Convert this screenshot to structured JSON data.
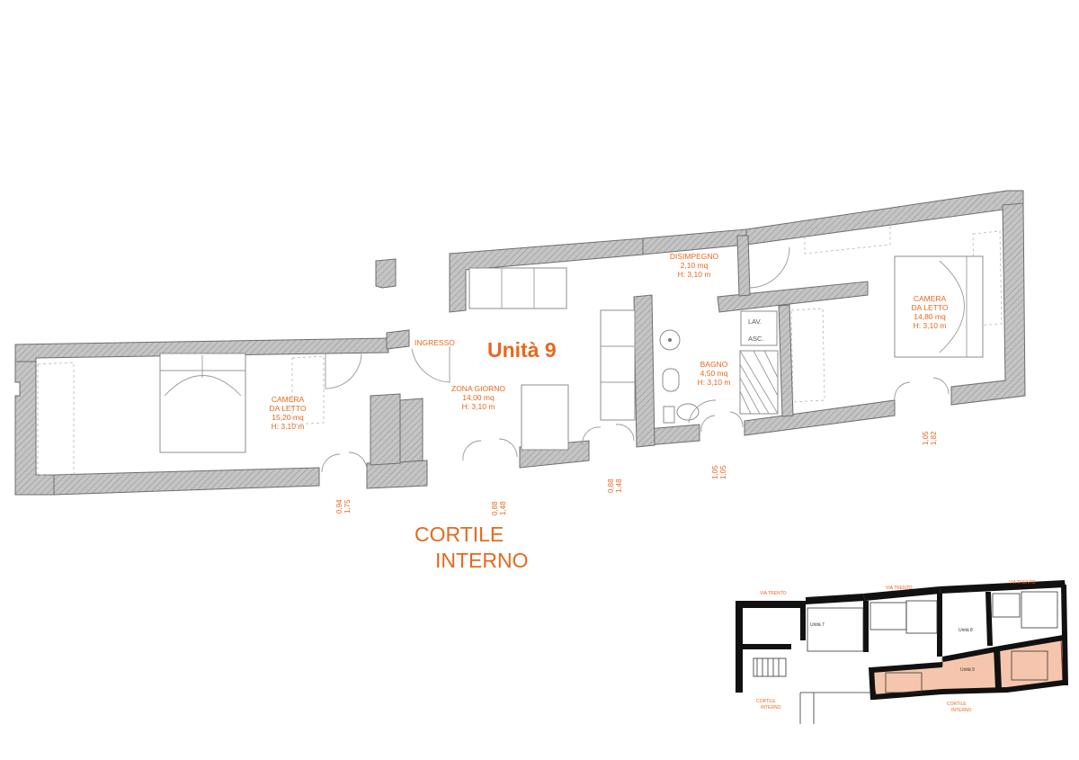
{
  "unit_title": "Unità 9",
  "courtyard": {
    "line1": "CORTILE",
    "line2": "INTERNO"
  },
  "entrance_label": "INGRESSO",
  "fixtures": {
    "washer": "LAV.",
    "dryer": "ASC."
  },
  "rooms": {
    "bedroom_left": {
      "name_line1": "CAMERA",
      "name_line2": "DA LETTO",
      "area": "15,20 mq",
      "height": "H: 3,10 m"
    },
    "living": {
      "name_line1": "ZONA GIORNO",
      "area": "14,00 mq",
      "height": "H: 3,10 m"
    },
    "hallway": {
      "name_line1": "DISIMPEGNO",
      "area": "2,10 mq",
      "height": "H: 3,10 m"
    },
    "bathroom": {
      "name_line1": "BAGNO",
      "area": "4,50 mq",
      "height": "H: 3,10 m"
    },
    "bedroom_right": {
      "name_line1": "CAMERA",
      "name_line2": "DA LETTO",
      "area": "14,80 mq",
      "height": "H: 3,10 m"
    }
  },
  "openings": [
    {
      "width": "0,94",
      "height": "1,75"
    },
    {
      "width": "0,88",
      "height": "1,48"
    },
    {
      "width": "0,88",
      "height": "1,48"
    },
    {
      "width": "1,05",
      "height": "1,05"
    },
    {
      "width": "1,05",
      "height": "1,82"
    }
  ],
  "key_plan": {
    "street_left": "VIA TRENTO",
    "street_mid": "VIA TRENTO",
    "street_right": "VIA TRENTO",
    "unit_7": "Unità 7",
    "unit_8": "Unità 8",
    "unit_9": "Unità 9",
    "court_left": [
      "CORTILE",
      "INTERNO"
    ],
    "court_right": [
      "CORTILE",
      "INTERNO"
    ],
    "highlight_color": "#f5c6ad"
  },
  "colors": {
    "accent": "#e8681d",
    "wall_fill": "#b9b9b9"
  }
}
